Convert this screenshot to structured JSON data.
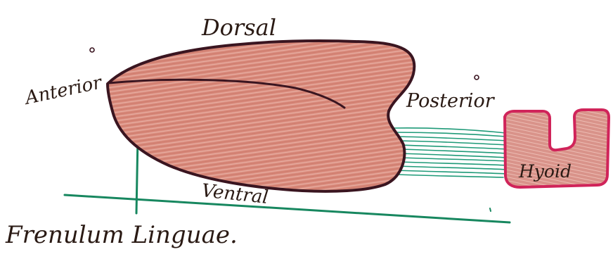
{
  "labels": {
    "dorsal": "Dorsal",
    "anterior": "Anterior",
    "posterior": "Posterior",
    "ventral": "Ventral",
    "hyoid": "Hyoid",
    "frenulum": "Frenulum Linguae."
  },
  "colors": {
    "paper": "#ffffff",
    "tongue_fill": "#d98a7c",
    "tongue_outline": "#3a1520",
    "hyoid_fill": "#d9938a",
    "hyoid_outline": "#d0245a",
    "muscle_fibers": "#1f9a78",
    "frenulum_line": "#17875f",
    "text": "#2a1a14"
  }
}
